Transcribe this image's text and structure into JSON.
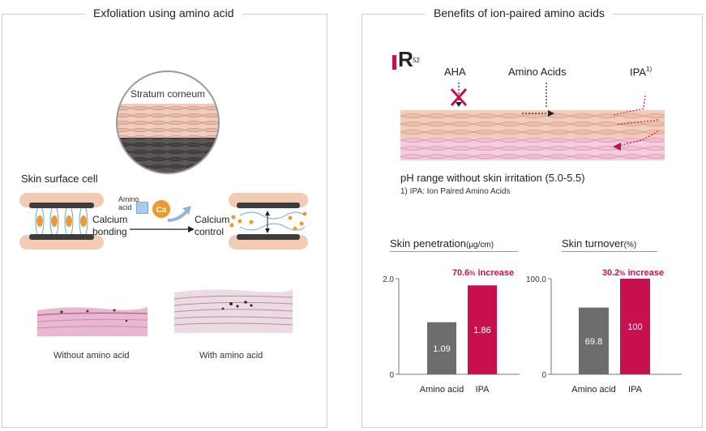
{
  "left_panel": {
    "title": "Exfoliation using amino acid",
    "stratum_label": "Stratum corneum",
    "skin_surface_label": "Skin surface cell",
    "amino_label_line1": "Amino",
    "amino_label_line2": "acid",
    "ca_label": "Ca",
    "calcium_bonding_line1": "Calcium",
    "calcium_bonding_line2": "bonding",
    "calcium_control_line1": "Calcium",
    "calcium_control_line2": "control",
    "without_caption": "Without amino acid",
    "with_caption": "With amino acid"
  },
  "right_panel": {
    "title": "Benefits of ion-paired amino acids",
    "logo_text": "R",
    "logo_sub": "52",
    "aha_label": "AHA",
    "amino_acids_label": "Amino Acids",
    "ipa_label": "IPA",
    "ipa_sup": "1)",
    "ph_text": "pH range without skin irritation (5.0-5.5)",
    "footnote": "1) IPA: Ion Paired Amino Acids"
  },
  "colors": {
    "gray_bar": "#6d6d6d",
    "magenta_bar": "#c8104f",
    "accent_text": "#c8104f",
    "skin_pink": "#f1c9b8",
    "ca_orange": "#e8932a"
  },
  "chart_data": [
    {
      "type": "bar",
      "title": "Skin penetration",
      "title_unit": "(μg/cm)",
      "categories": [
        "Amino acid",
        "IPA"
      ],
      "values": [
        1.09,
        1.86
      ],
      "value_labels": [
        "1.09",
        "1.86"
      ],
      "ylim": [
        0,
        2.0
      ],
      "yticks": [
        "0",
        "2.0"
      ],
      "annotation_value": "70.6",
      "annotation_unit": "%",
      "annotation_text": " increase"
    },
    {
      "type": "bar",
      "title": "Skin turnover",
      "title_unit": "(%)",
      "categories": [
        "Amino acid",
        "IPA"
      ],
      "values": [
        69.8,
        100
      ],
      "value_labels": [
        "69.8",
        "100"
      ],
      "ylim": [
        0,
        100.0
      ],
      "yticks": [
        "0",
        "100.0"
      ],
      "annotation_value": "30.2",
      "annotation_unit": "%",
      "annotation_text": " increase"
    }
  ]
}
